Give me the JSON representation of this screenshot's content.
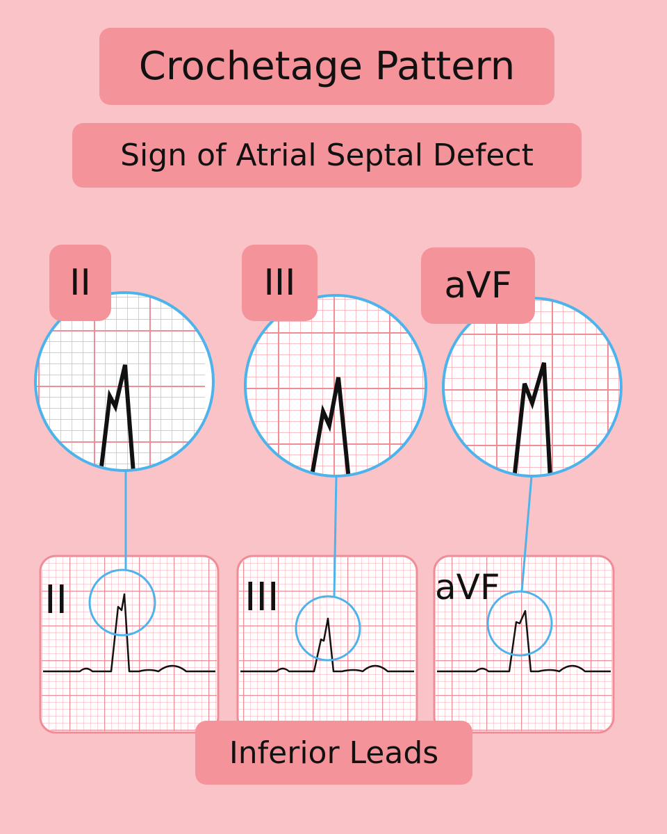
{
  "title": "Crochetage Pattern",
  "subtitle": "Sign of Atrial Septal Defect",
  "footer": "Inferior Leads",
  "leads": [
    {
      "tag": "II",
      "strip_label": "II"
    },
    {
      "tag": "III",
      "strip_label": "III"
    },
    {
      "tag": "aVF",
      "strip_label": "aVF"
    }
  ],
  "colors": {
    "background": "#f9c3c8",
    "pill": "#f4939a",
    "grid_major": "#f08c96",
    "grid_minor": "#f5a9b0",
    "magnifier": "#4db3ea",
    "trace": "#111111"
  }
}
